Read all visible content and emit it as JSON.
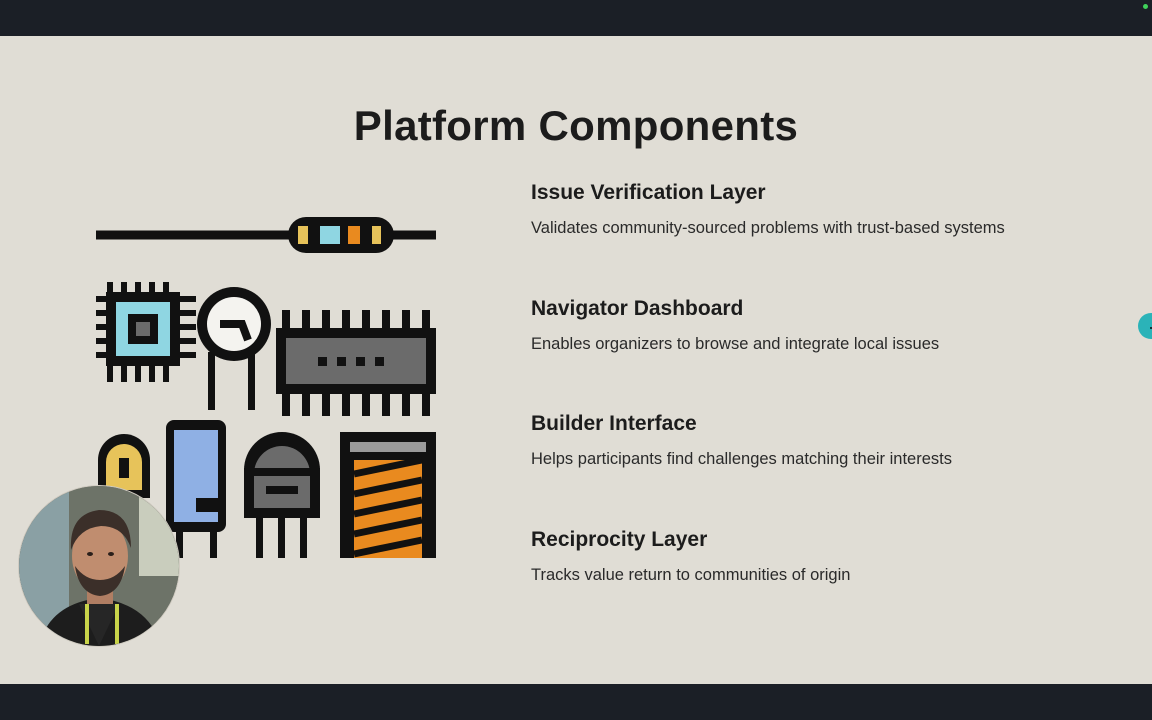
{
  "slide": {
    "title": "Platform Components",
    "components": [
      {
        "title": "Issue Verification Layer",
        "description": "Validates community-sourced problems with trust-based systems"
      },
      {
        "title": "Navigator Dashboard",
        "description": "Enables organizers to browse and integrate local issues"
      },
      {
        "title": "Builder Interface",
        "description": "Helps participants find challenges matching their interests"
      },
      {
        "title": "Reciprocity Layer",
        "description": "Tracks value return to communities of origin"
      }
    ]
  },
  "illustration": {
    "icon": "electronic-components-illustration"
  },
  "colors": {
    "slide_background": "#e0ddd5",
    "frame_background": "#1b1f26",
    "title_text": "#1c1c1c",
    "accent_teal": "#2bb3b8",
    "status_green": "#3fd15a"
  }
}
